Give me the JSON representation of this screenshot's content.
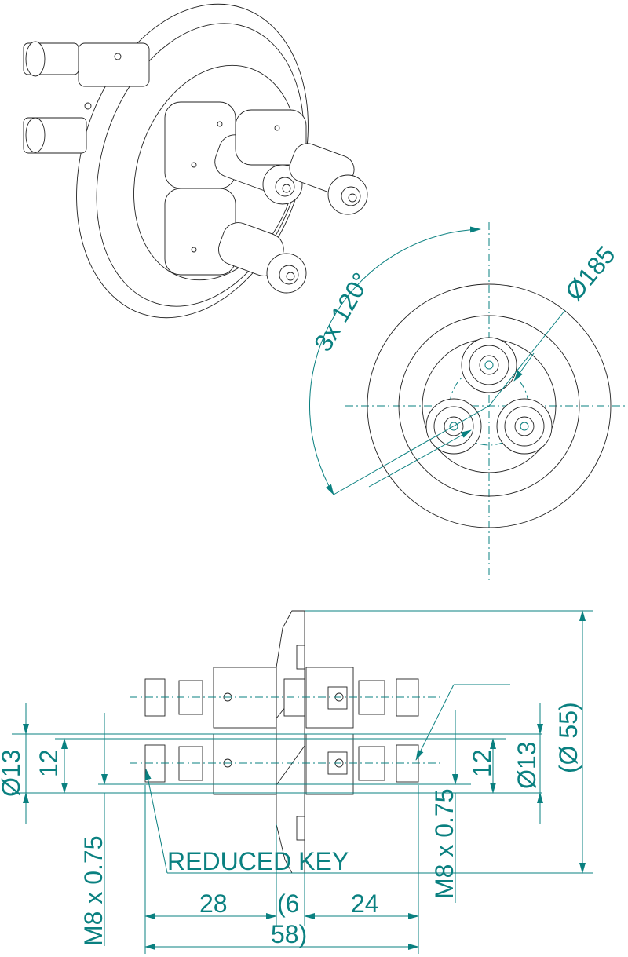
{
  "colors": {
    "dimension": "#0a8080",
    "outline": "#222222"
  },
  "front_view": {
    "angle_label": "3x 120°",
    "diameter_label": "Ø185"
  },
  "side_view": {
    "left_dia_label": "Ø13",
    "left_pitch_label": "12",
    "left_thread_label": "M8 x 0.75",
    "right_pitch_label": "12",
    "right_dia_label": "Ø13",
    "right_thread_label": "M8 x 0.75",
    "flange_dia_label": "(Ø 55)",
    "key_note": "REDUCED KEY",
    "len_left": "28",
    "len_flange": "(6",
    "len_right": "24",
    "len_total": "58)"
  }
}
